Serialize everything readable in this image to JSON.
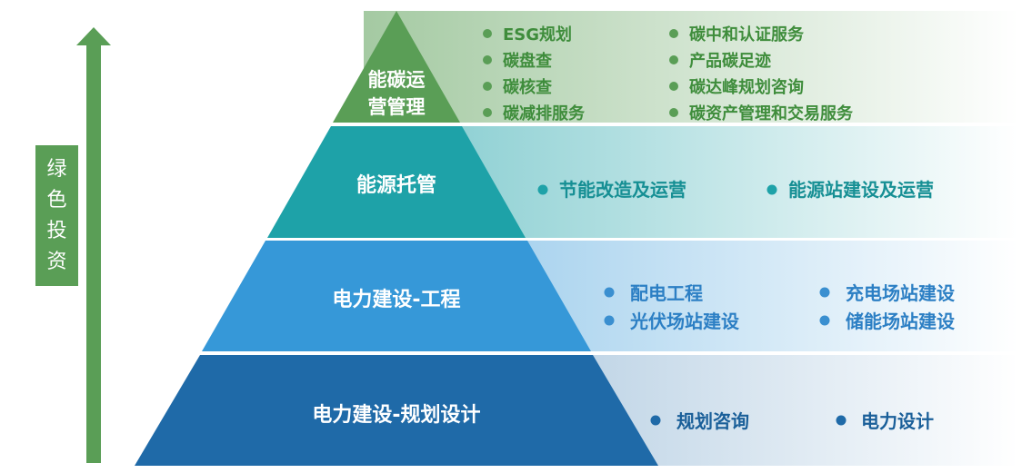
{
  "axis": {
    "label_chars": [
      "绿",
      "色",
      "投",
      "资"
    ],
    "arrow_color": "#5a9e56"
  },
  "tiers": [
    {
      "label_lines": [
        "能碳运",
        "营管理"
      ],
      "color": "#5a9e56",
      "dot_color": "#5a9e56",
      "text_color": "#3f8d3c",
      "services": [
        [
          "ESG规划",
          "碳中和认证服务"
        ],
        [
          "碳盘查",
          "产品碳足迹"
        ],
        [
          "碳核查",
          "碳达峰规划咨询"
        ],
        [
          "碳减排服务",
          "碳资产管理和交易服务"
        ]
      ]
    },
    {
      "label_lines": [
        "能源托管"
      ],
      "color": "#1ea2a8",
      "dot_color": "#1ea2a8",
      "text_color": "#168f94",
      "services": [
        [
          "节能改造及运营",
          "能源站建设及运营"
        ]
      ]
    },
    {
      "label_lines": [
        "电力建设-工程"
      ],
      "color": "#3698d8",
      "dot_color": "#3a8fd0",
      "text_color": "#2c7fc4",
      "services": [
        [
          "配电工程",
          "充电场站建设"
        ],
        [
          "光伏场站建设",
          "储能场站建设"
        ]
      ]
    },
    {
      "label_lines": [
        "电力建设-规划设计"
      ],
      "color": "#1f6aa8",
      "dot_color": "#1f6aa8",
      "text_color": "#1a5f99",
      "services": [
        [
          "规划咨询",
          "电力设计"
        ]
      ]
    }
  ]
}
